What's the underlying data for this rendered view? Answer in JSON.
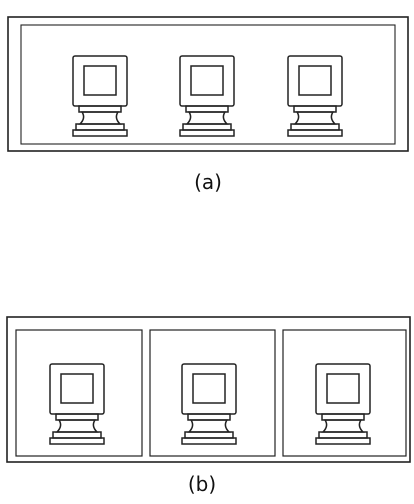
{
  "figures": [
    {
      "caption": "(a)",
      "layout": "single-enclosure",
      "terminal_count": 3
    },
    {
      "caption": "(b)",
      "layout": "separate-enclosures",
      "terminal_count": 3
    }
  ],
  "colors": {
    "line": "#222222",
    "background": "#ffffff"
  },
  "icons": [
    "terminal-icon"
  ]
}
